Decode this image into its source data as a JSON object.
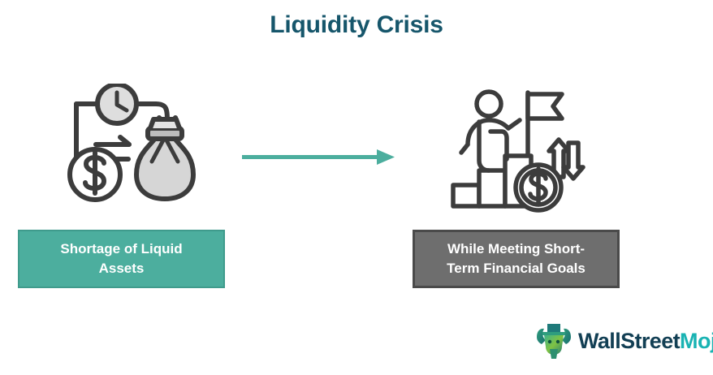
{
  "page": {
    "title": "Liquidity Crisis",
    "background_color": "#ffffff",
    "title_color": "#16566b"
  },
  "diagram": {
    "type": "two-stage-flow",
    "direction": "left-to-right",
    "arrow": {
      "name": "right-arrow",
      "color": "#4cae9e",
      "points": "right"
    },
    "stages": [
      {
        "id": "shortage",
        "label": "Shortage of Liquid Assets",
        "label_line_1": "Shortage of Liquid",
        "label_line_2": "Assets",
        "box_fill": "#4cae9e",
        "box_border": "#3f9b8c",
        "text_color": "#ffffff",
        "icon_name": "money-bag-clock-icon",
        "icon_parts": [
          "clock",
          "money-bag",
          "dollar-coin",
          "exchange-arrows",
          "curved-arrow"
        ]
      },
      {
        "id": "goals",
        "label": "While Meeting Short-Term Financial Goals",
        "label_line_1": "While Meeting Short-",
        "label_line_2": "Term Financial Goals",
        "box_fill": "#6e6e6e",
        "box_border": "#4a4a4a",
        "text_color": "#ffffff",
        "icon_name": "person-climbing-stairs-icon",
        "icon_parts": [
          "person",
          "stairs",
          "flag",
          "dollar-coin",
          "up-down-arrows"
        ]
      }
    ]
  },
  "branding": {
    "name": "WallStreetMojo",
    "word_primary": "WallStreet",
    "word_accent": "Mojo",
    "primary_color": "#123f54",
    "accent_color": "#19b3b3",
    "mark_name": "bull-with-top-hat-icon"
  }
}
